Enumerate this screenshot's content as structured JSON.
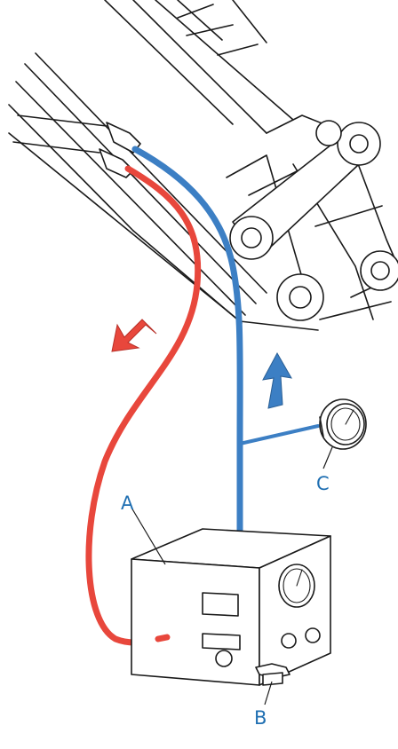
{
  "callouts": {
    "a": "A",
    "b": "B",
    "c": "C"
  },
  "colors": {
    "supply_hose": "#e8473c",
    "return_hose": "#3c7fc4",
    "label": "#1f6fb2",
    "ink": "#1a1a1a"
  },
  "icons": {
    "flow_out": "red-arrow-down-left-icon",
    "flow_up": "blue-arrow-up-icon"
  }
}
